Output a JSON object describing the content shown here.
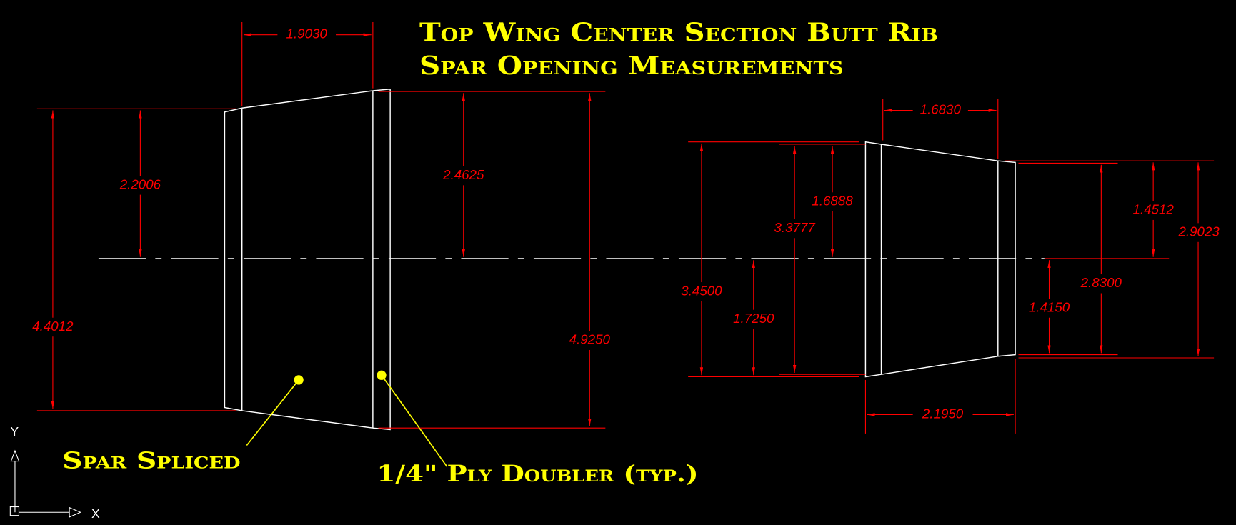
{
  "title": {
    "line1": "Top Wing Center Section Butt Rib",
    "line2": "Spar Opening Measurements"
  },
  "labels": {
    "spar_spliced": "Spar Spliced",
    "ply_doubler": "1/4\" Ply Doubler (typ.)"
  },
  "dimensions": {
    "left_top_width": "1.9030",
    "left_outer_height": "4.4012",
    "left_outer_upper": "2.2006",
    "left_inner_upper": "2.4625",
    "left_inner_height": "4.9250",
    "right_top_width": "1.6830",
    "right_outer_height": "3.4500",
    "right_inner_height": "3.3777",
    "right_inner_upper": "1.6888",
    "right_outer_lower": "1.7250",
    "right_bottom_width": "2.1950",
    "right_end_upper": "1.4512",
    "right_end_outer_height": "2.9023",
    "right_end_inner_height": "2.8300",
    "right_end_lower": "1.4150"
  },
  "ucs": {
    "x_axis": "X",
    "y_axis": "Y"
  },
  "colors": {
    "background": "#000000",
    "dimension": "#ff0000",
    "geometry": "#ffffff",
    "annotation": "#ffff00"
  }
}
